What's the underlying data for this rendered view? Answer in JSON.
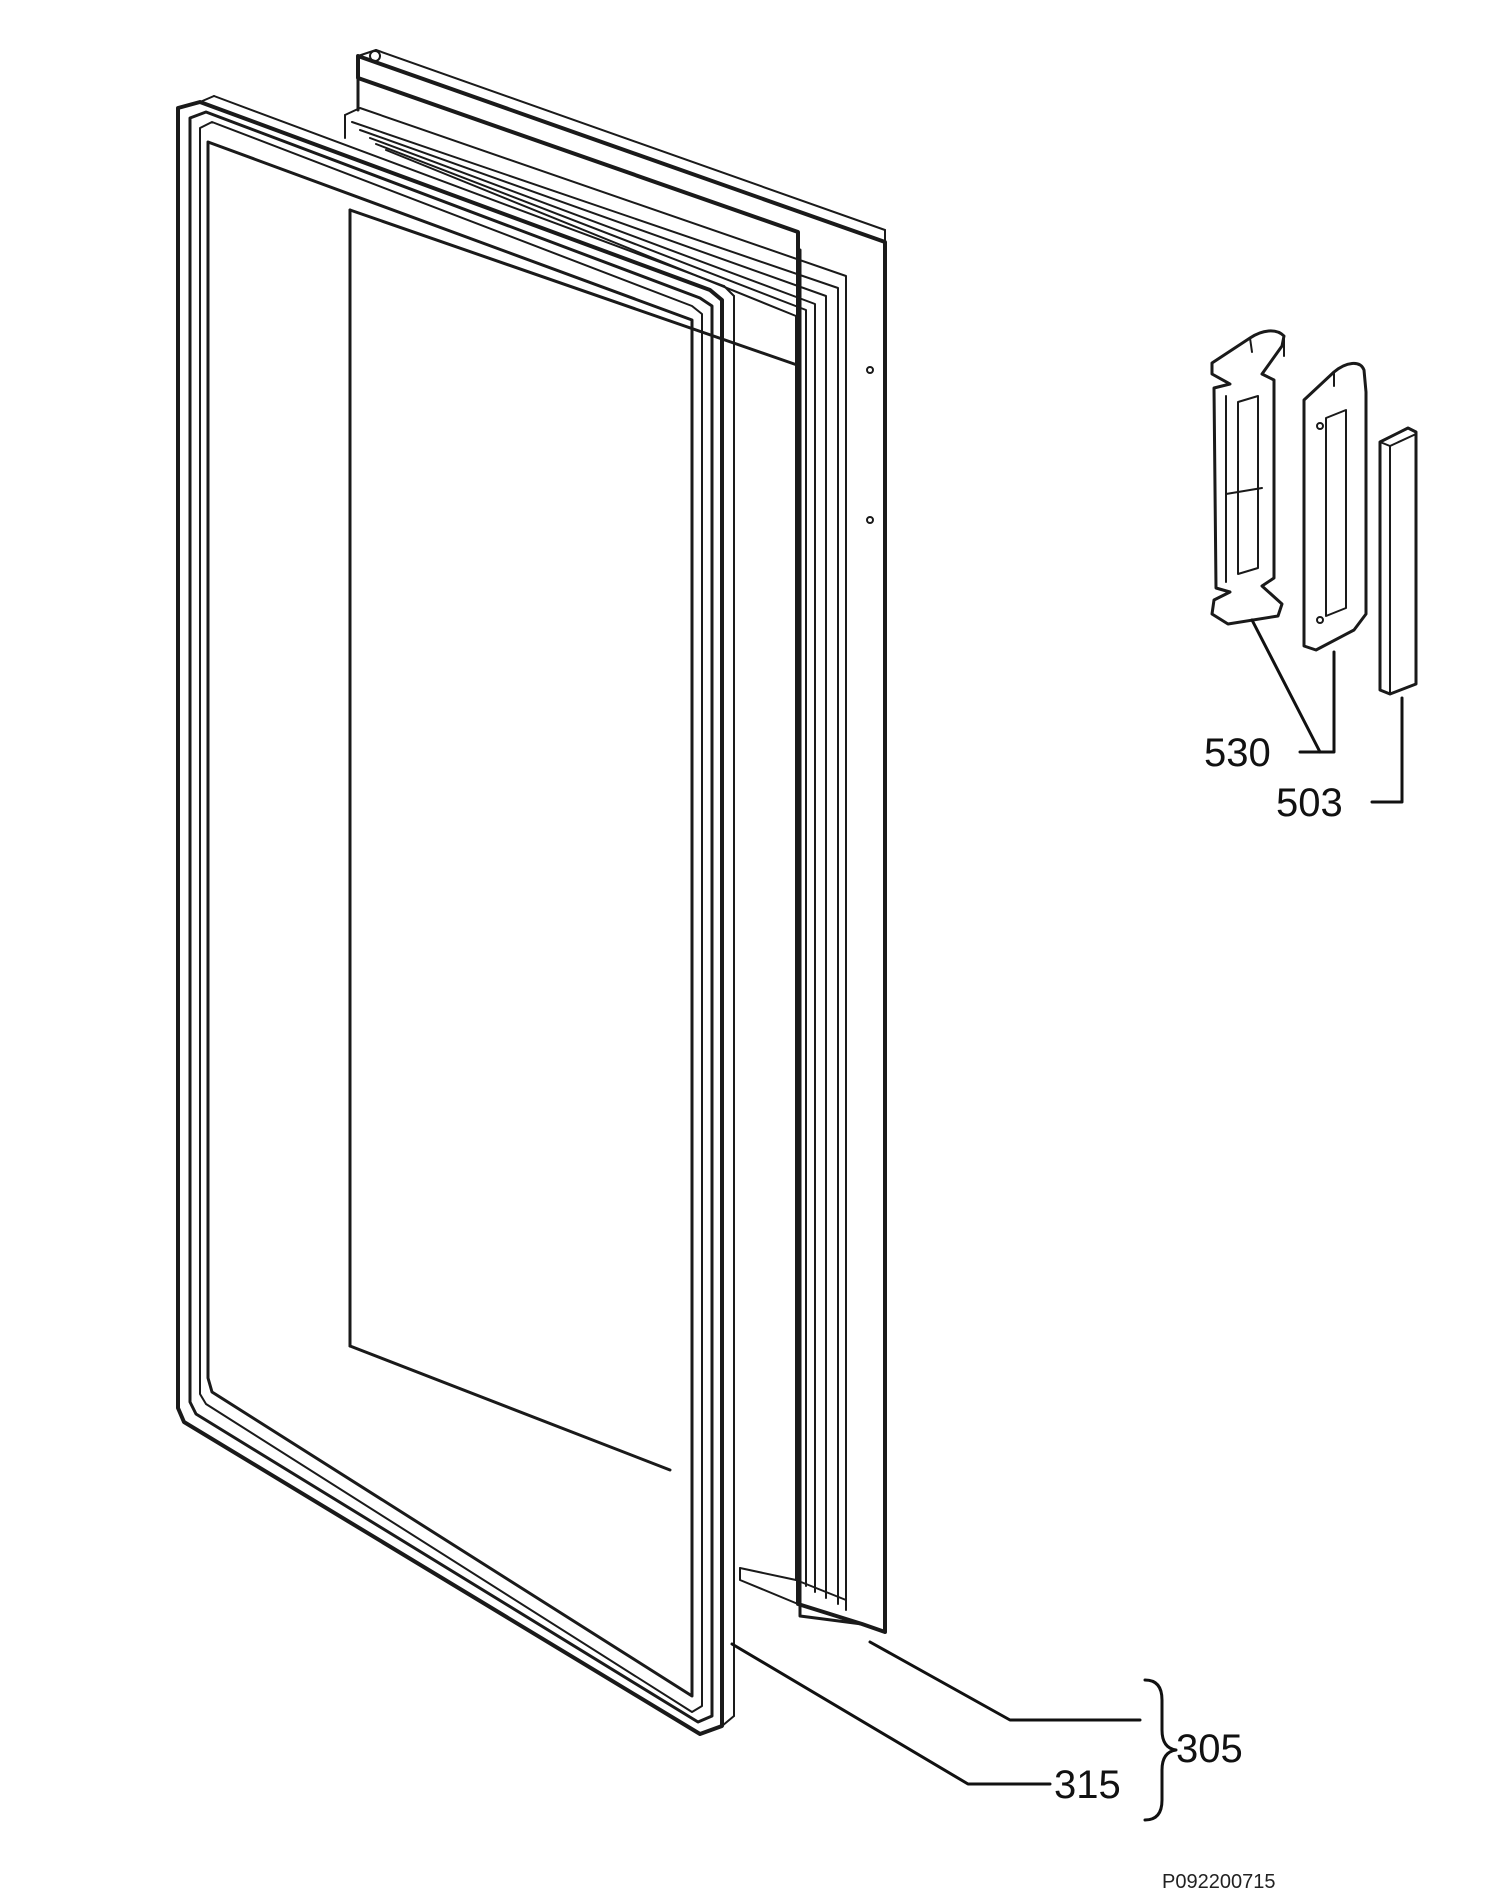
{
  "diagram": {
    "callouts": {
      "c530": "530",
      "c503": "503",
      "c305": "305",
      "c315": "315"
    },
    "document_code": "P092200715"
  }
}
